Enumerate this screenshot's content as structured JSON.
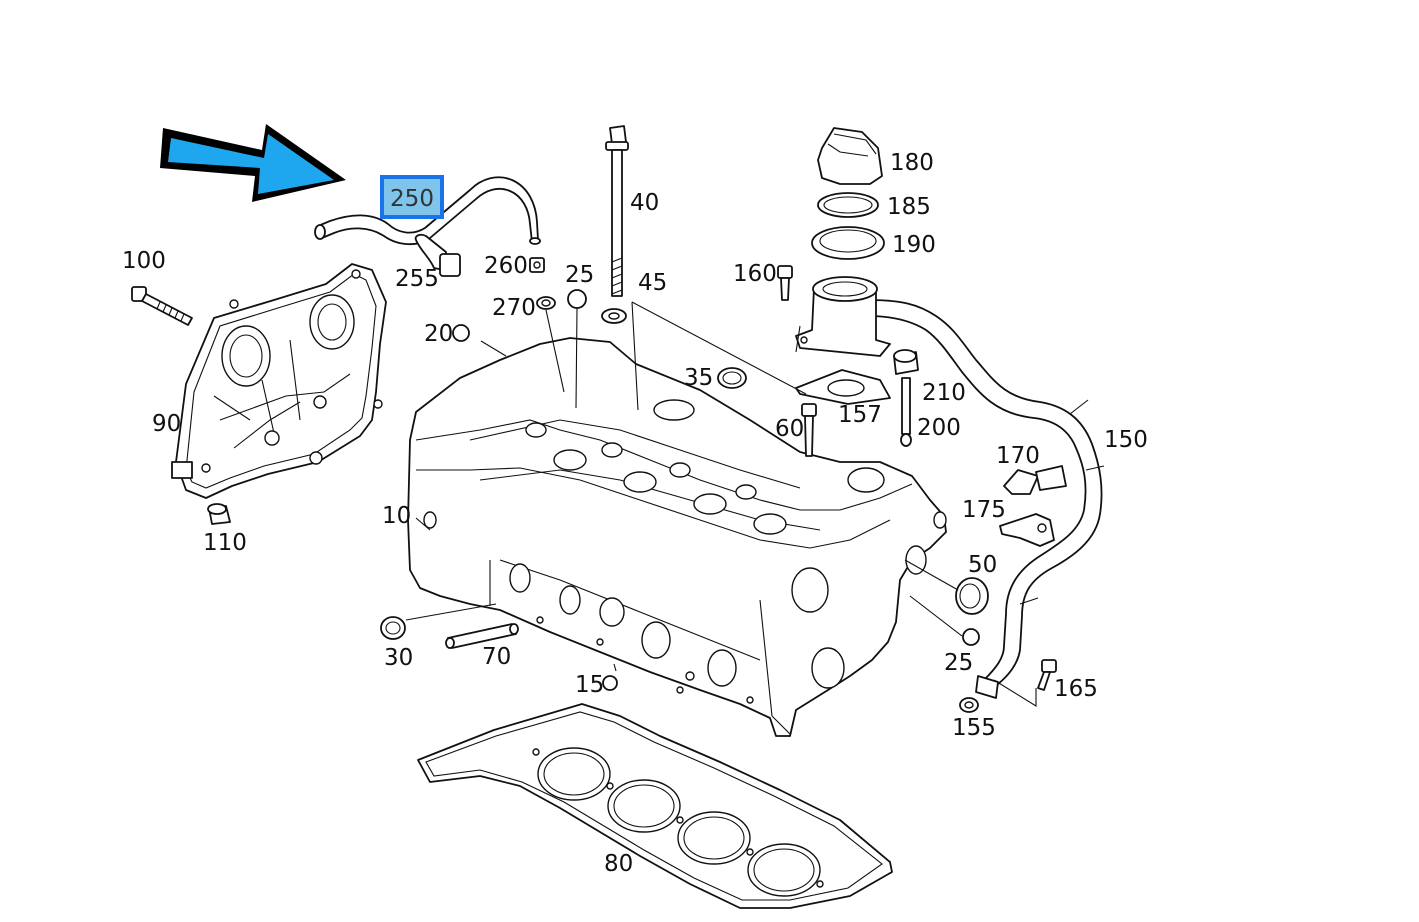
{
  "highlight": {
    "part_number": "250",
    "box_color": "#1a73e8",
    "fill_color": "#7fc4ea",
    "arrow_color": "#1ea7ef"
  },
  "labels": {
    "p10": "10",
    "p15": "15",
    "p20": "20",
    "p25a": "25",
    "p25b": "25",
    "p30": "30",
    "p35": "35",
    "p40": "40",
    "p45": "45",
    "p50": "50",
    "p60": "60",
    "p70": "70",
    "p80": "80",
    "p90": "90",
    "p100": "100",
    "p110": "110",
    "p150": "150",
    "p155": "155",
    "p157": "157",
    "p160": "160",
    "p165": "165",
    "p170": "170",
    "p175": "175",
    "p180": "180",
    "p185": "185",
    "p190": "190",
    "p200": "200",
    "p210": "210",
    "p255": "255",
    "p260": "260",
    "p270": "270"
  }
}
